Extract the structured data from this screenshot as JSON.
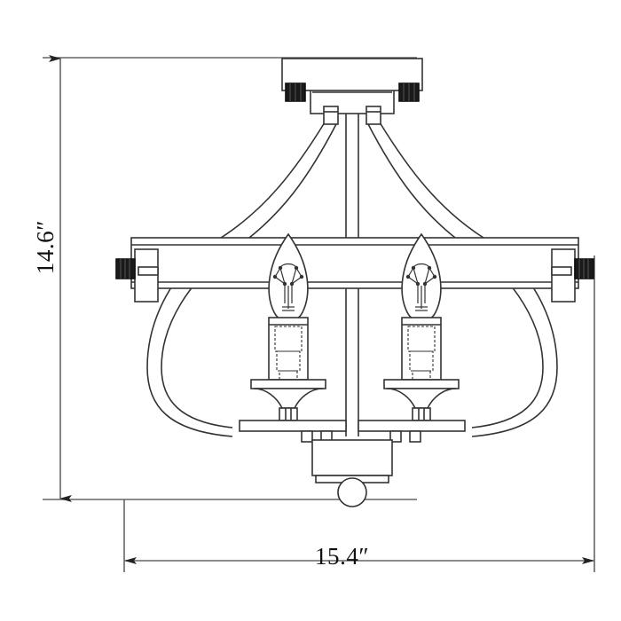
{
  "drawing": {
    "type": "technical-line-drawing",
    "subject": "two-light semi-flush mount ceiling fixture",
    "background_color": "#ffffff",
    "line_color": "#333333",
    "hardware_color": "#1a1a1a",
    "dimension_color": "#555555",
    "dimensions": {
      "height": {
        "value": "14.6",
        "unit": "″",
        "label": "14.6″",
        "orientation": "vertical"
      },
      "width": {
        "value": "15.4",
        "unit": "″",
        "label": "15.4″",
        "orientation": "horizontal"
      }
    },
    "parts": [
      {
        "name": "ceiling-canopy-plate",
        "count": 1
      },
      {
        "name": "canopy-thumbscrew",
        "count": 2
      },
      {
        "name": "canopy-lower-body",
        "count": 1
      },
      {
        "name": "band-collar",
        "count": 2
      },
      {
        "name": "curved-frame-band",
        "count": 2
      },
      {
        "name": "horizontal-band-ring",
        "count": 1
      },
      {
        "name": "side-bracket",
        "count": 2
      },
      {
        "name": "side-knob",
        "count": 2
      },
      {
        "name": "center-stem",
        "count": 1
      },
      {
        "name": "candle-bulb",
        "count": 2
      },
      {
        "name": "candle-sleeve",
        "count": 2
      },
      {
        "name": "bobeche",
        "count": 2
      },
      {
        "name": "socket-arm",
        "count": 2
      },
      {
        "name": "bottom-hub-box",
        "count": 1
      },
      {
        "name": "bottom-plate",
        "count": 1
      },
      {
        "name": "ball-finial",
        "count": 1
      }
    ]
  }
}
